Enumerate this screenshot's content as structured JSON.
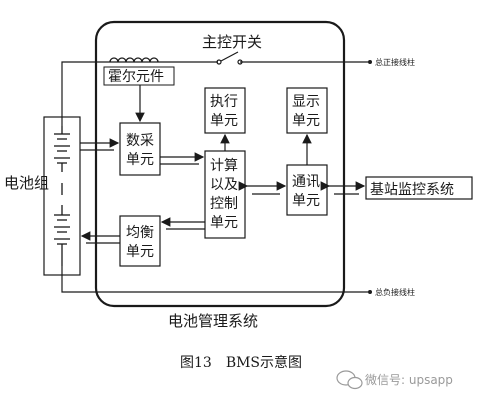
{
  "diagram": {
    "battery_pack": "电池组",
    "main_switch": "主控开关",
    "positive_terminal": "总正接线柱",
    "negative_terminal": "总负接线柱",
    "hall_sensor": "霍尔元件",
    "data_acquisition": [
      "数采",
      "单元"
    ],
    "executive_unit": [
      "执行",
      "单元"
    ],
    "display_unit": [
      "显示",
      "单元"
    ],
    "compute_control": [
      "计算",
      "以及",
      "控制",
      "单元"
    ],
    "communication": [
      "通讯",
      "单元"
    ],
    "balancing": [
      "均衡",
      "单元"
    ],
    "base_station": "基站监控系统",
    "system_name": "电池管理系统",
    "caption": "图13　BMS示意图",
    "watermark": "微信号: upsapp"
  },
  "colors": {
    "line": "#1a1a1a",
    "watermark": "#9a9a9a"
  }
}
